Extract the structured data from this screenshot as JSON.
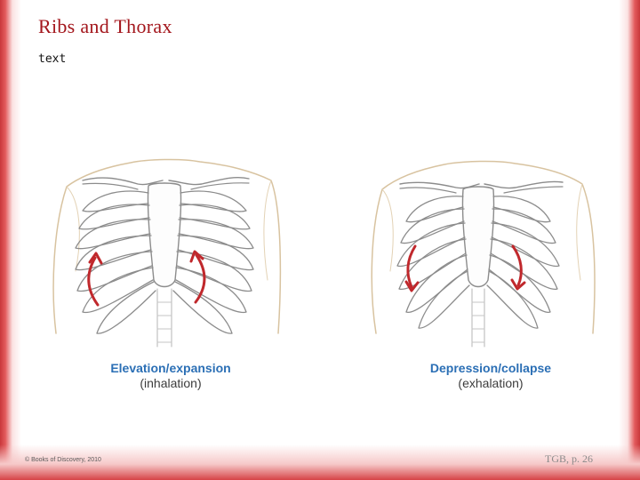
{
  "slide": {
    "title": "Ribs and Thorax",
    "subtext": "text"
  },
  "figure": {
    "left": {
      "caption_main": "Elevation/expansion",
      "caption_sub": "(inhalation)",
      "arrow_direction": "up"
    },
    "right": {
      "caption_main": "Depression/collapse",
      "caption_sub": "(exhalation)",
      "arrow_direction": "down"
    }
  },
  "footer": {
    "copyright": "© Books of Discovery, 2010",
    "page_ref": "TGB, p. 26"
  },
  "colors": {
    "title": "#a3161c",
    "caption_main": "#2b6fb5",
    "arrow": "#c0282c",
    "skin_outline": "#d8c3a0",
    "bone_outline": "#8c8c8c",
    "border": "#d64346"
  }
}
